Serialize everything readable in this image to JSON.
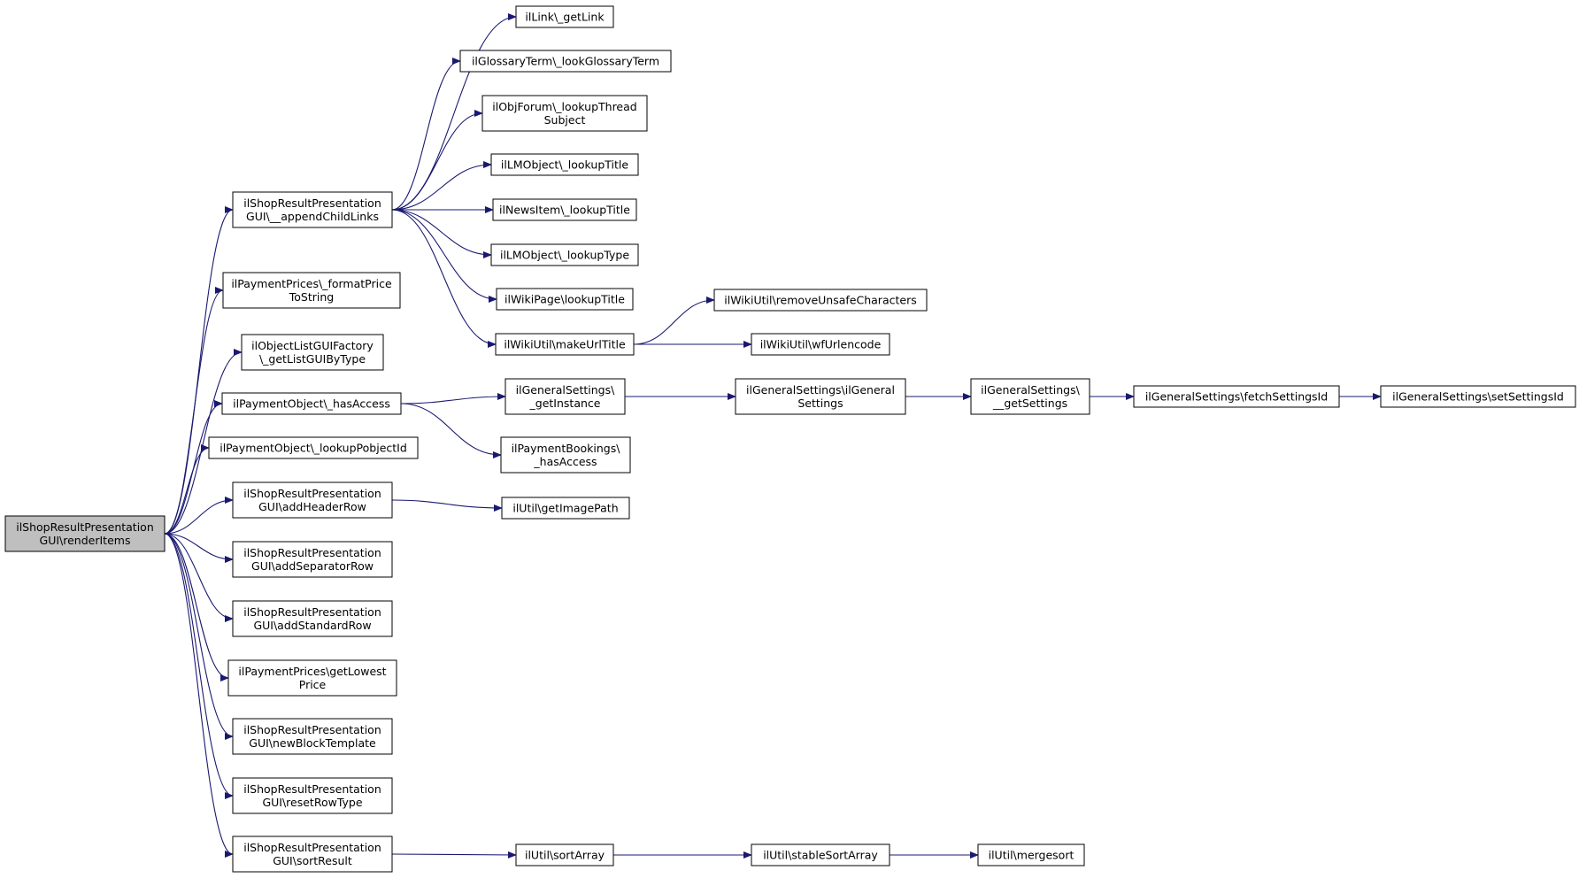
{
  "colors": {
    "edge": "#191970",
    "node_border": "#000000",
    "node_fill": "#ffffff",
    "root_fill": "#bfbfbf"
  },
  "nodes": [
    {
      "id": "renderItems",
      "lines": [
        "ilShopResultPresentation",
        "GUI\\renderItems"
      ],
      "root": true
    },
    {
      "id": "appendChildLinks",
      "lines": [
        "ilShopResultPresentation",
        "GUI\\__appendChildLinks"
      ]
    },
    {
      "id": "formatPriceToString",
      "lines": [
        "ilPaymentPrices\\_formatPrice",
        "ToString"
      ]
    },
    {
      "id": "getListGUIByType",
      "lines": [
        "ilObjectListGUIFactory",
        "\\_getListGUIByType"
      ]
    },
    {
      "id": "hasAccess",
      "lines": [
        "ilPaymentObject\\_hasAccess"
      ]
    },
    {
      "id": "lookupPobjectId",
      "lines": [
        "ilPaymentObject\\_lookupPobjectId"
      ]
    },
    {
      "id": "addHeaderRow",
      "lines": [
        "ilShopResultPresentation",
        "GUI\\addHeaderRow"
      ]
    },
    {
      "id": "addSeparatorRow",
      "lines": [
        "ilShopResultPresentation",
        "GUI\\addSeparatorRow"
      ]
    },
    {
      "id": "addStandardRow",
      "lines": [
        "ilShopResultPresentation",
        "GUI\\addStandardRow"
      ]
    },
    {
      "id": "getLowestPrice",
      "lines": [
        "ilPaymentPrices\\getLowest",
        "Price"
      ]
    },
    {
      "id": "newBlockTemplate",
      "lines": [
        "ilShopResultPresentation",
        "GUI\\newBlockTemplate"
      ]
    },
    {
      "id": "resetRowType",
      "lines": [
        "ilShopResultPresentation",
        "GUI\\resetRowType"
      ]
    },
    {
      "id": "sortResult",
      "lines": [
        "ilShopResultPresentation",
        "GUI\\sortResult"
      ]
    },
    {
      "id": "getLink",
      "lines": [
        "ilLink\\_getLink"
      ]
    },
    {
      "id": "lookGlossaryTerm",
      "lines": [
        "ilGlossaryTerm\\_lookGlossaryTerm"
      ]
    },
    {
      "id": "lookupThreadSubject",
      "lines": [
        "ilObjForum\\_lookupThread",
        "Subject"
      ]
    },
    {
      "id": "lmLookupTitle",
      "lines": [
        "ilLMObject\\_lookupTitle"
      ]
    },
    {
      "id": "newsLookupTitle",
      "lines": [
        "ilNewsItem\\_lookupTitle"
      ]
    },
    {
      "id": "lmLookupType",
      "lines": [
        "ilLMObject\\_lookupType"
      ]
    },
    {
      "id": "wikiLookupTitle",
      "lines": [
        "ilWikiPage\\lookupTitle"
      ]
    },
    {
      "id": "makeUrlTitle",
      "lines": [
        "ilWikiUtil\\makeUrlTitle"
      ]
    },
    {
      "id": "removeUnsafeCharacters",
      "lines": [
        "ilWikiUtil\\removeUnsafeCharacters"
      ]
    },
    {
      "id": "wfUrlencode",
      "lines": [
        "ilWikiUtil\\wfUrlencode"
      ]
    },
    {
      "id": "getInstance",
      "lines": [
        "ilGeneralSettings\\",
        "_getInstance"
      ]
    },
    {
      "id": "bookingsHasAccess",
      "lines": [
        "ilPaymentBookings\\",
        "_hasAccess"
      ]
    },
    {
      "id": "generalSettingsCtor",
      "lines": [
        "ilGeneralSettings\\ilGeneral",
        "Settings"
      ]
    },
    {
      "id": "getSettings",
      "lines": [
        "ilGeneralSettings\\",
        "__getSettings"
      ]
    },
    {
      "id": "fetchSettingsId",
      "lines": [
        "ilGeneralSettings\\fetchSettingsId"
      ]
    },
    {
      "id": "setSettingsId",
      "lines": [
        "ilGeneralSettings\\setSettingsId"
      ]
    },
    {
      "id": "getImagePath",
      "lines": [
        "ilUtil\\getImagePath"
      ]
    },
    {
      "id": "sortArray",
      "lines": [
        "ilUtil\\sortArray"
      ]
    },
    {
      "id": "stableSortArray",
      "lines": [
        "ilUtil\\stableSortArray"
      ]
    },
    {
      "id": "mergesort",
      "lines": [
        "ilUtil\\mergesort"
      ]
    }
  ],
  "edges": [
    [
      "renderItems",
      "appendChildLinks"
    ],
    [
      "renderItems",
      "formatPriceToString"
    ],
    [
      "renderItems",
      "getListGUIByType"
    ],
    [
      "renderItems",
      "hasAccess"
    ],
    [
      "renderItems",
      "lookupPobjectId"
    ],
    [
      "renderItems",
      "addHeaderRow"
    ],
    [
      "renderItems",
      "addSeparatorRow"
    ],
    [
      "renderItems",
      "addStandardRow"
    ],
    [
      "renderItems",
      "getLowestPrice"
    ],
    [
      "renderItems",
      "newBlockTemplate"
    ],
    [
      "renderItems",
      "resetRowType"
    ],
    [
      "renderItems",
      "sortResult"
    ],
    [
      "appendChildLinks",
      "getLink"
    ],
    [
      "appendChildLinks",
      "lookGlossaryTerm"
    ],
    [
      "appendChildLinks",
      "lookupThreadSubject"
    ],
    [
      "appendChildLinks",
      "lmLookupTitle"
    ],
    [
      "appendChildLinks",
      "newsLookupTitle"
    ],
    [
      "appendChildLinks",
      "lmLookupType"
    ],
    [
      "appendChildLinks",
      "wikiLookupTitle"
    ],
    [
      "appendChildLinks",
      "makeUrlTitle"
    ],
    [
      "makeUrlTitle",
      "removeUnsafeCharacters"
    ],
    [
      "makeUrlTitle",
      "wfUrlencode"
    ],
    [
      "hasAccess",
      "getInstance"
    ],
    [
      "hasAccess",
      "bookingsHasAccess"
    ],
    [
      "getInstance",
      "generalSettingsCtor"
    ],
    [
      "generalSettingsCtor",
      "getSettings"
    ],
    [
      "getSettings",
      "fetchSettingsId"
    ],
    [
      "fetchSettingsId",
      "setSettingsId"
    ],
    [
      "addHeaderRow",
      "getImagePath"
    ],
    [
      "sortResult",
      "sortArray"
    ],
    [
      "sortArray",
      "stableSortArray"
    ],
    [
      "stableSortArray",
      "mergesort"
    ]
  ]
}
